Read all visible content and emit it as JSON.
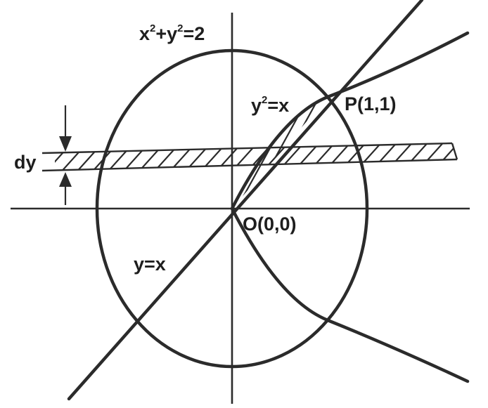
{
  "diagram": {
    "labels": {
      "circle_base": "x",
      "circle_exp1": "2",
      "circle_mid": "+y",
      "circle_exp2": "2",
      "circle_end": "=2",
      "parabola_base": "y",
      "parabola_exp": "2",
      "parabola_end": "=x",
      "line": "y=x",
      "point_p": "P(1,1)",
      "origin": "O(0,0)",
      "strip": "dy"
    }
  }
}
